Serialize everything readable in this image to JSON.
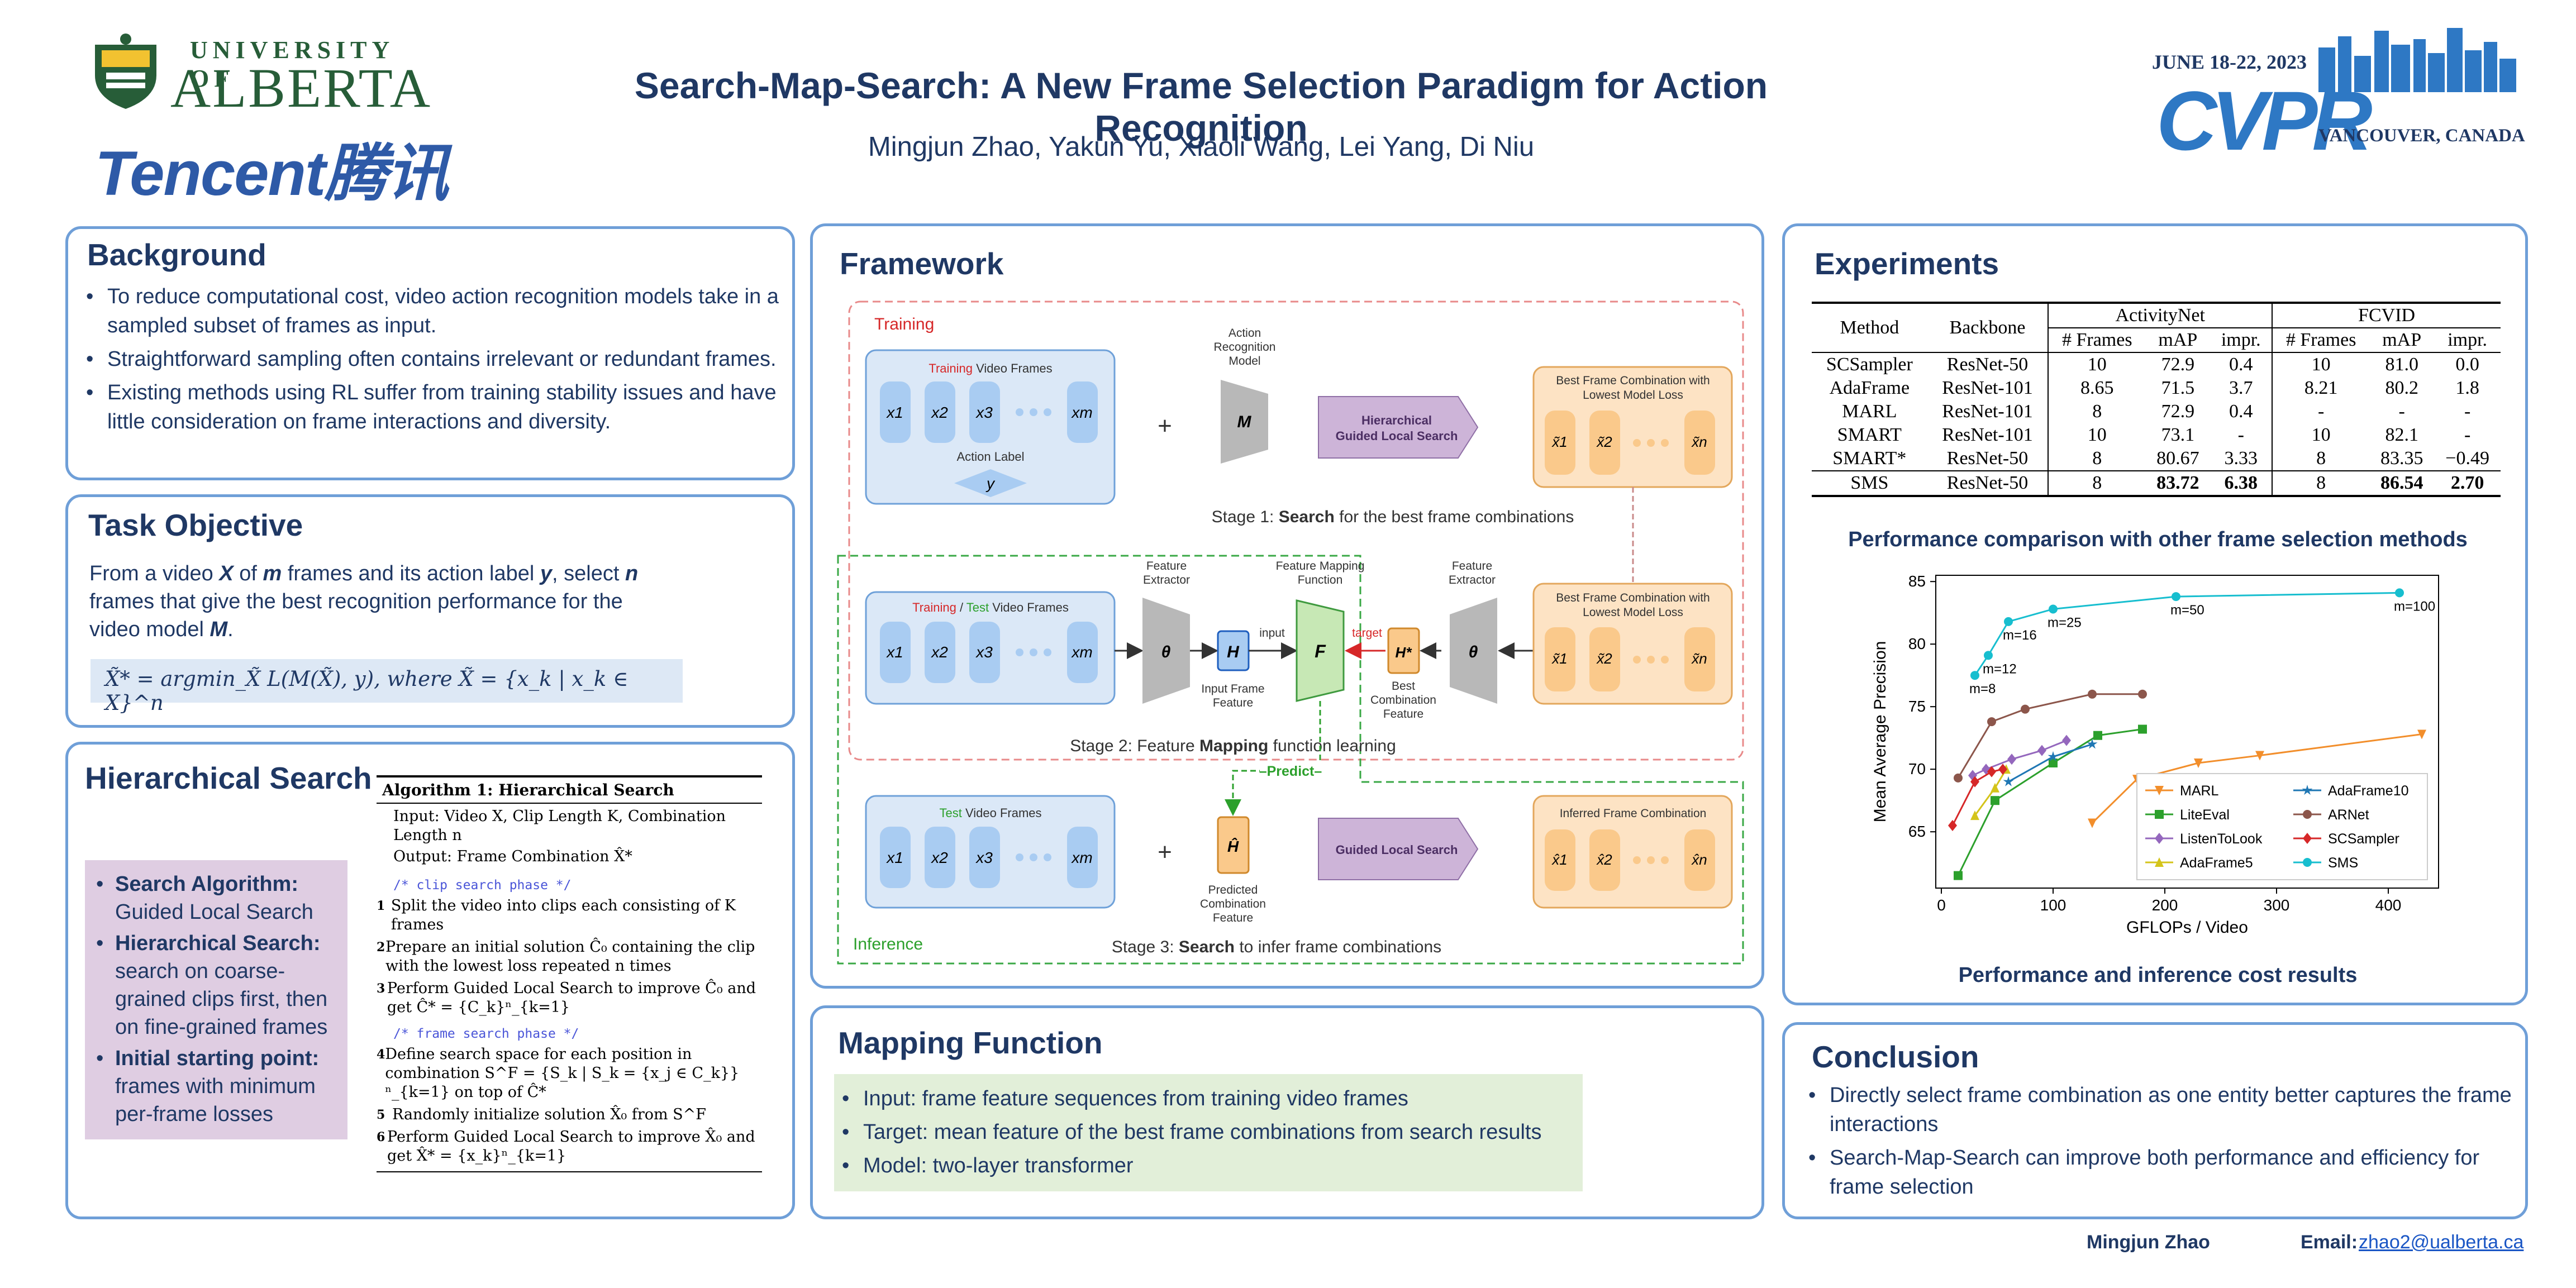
{
  "header": {
    "title": "Search-Map-Search: A New Frame Selection Paradigm for Action Recognition",
    "authors": "Mingjun Zhao, Yakun Yu, Xiaoli Wang, Lei Yang, Di Niu",
    "ua_line1": "UNIVERSITY OF",
    "ua_line2": "ALBERTA",
    "tencent": "Tencent腾讯",
    "cvpr_date": "JUNE 18-22, 2023",
    "cvpr_logo": "CVPR",
    "cvpr_location": "VANCOUVER, CANADA"
  },
  "background": {
    "title": "Background",
    "items": [
      "To reduce computational cost, video action recognition models take in a sampled subset of frames as input.",
      "Straightforward sampling often contains irrelevant or redundant frames.",
      "Existing methods using RL suffer from training stability issues and have little consideration on frame interactions and diversity."
    ]
  },
  "task": {
    "title": "Task Objective",
    "text_1": "From a video ",
    "X": "X",
    "text_2": " of ",
    "m": "m",
    "text_3": " frames and its action label ",
    "y": "y",
    "text_4": ", select ",
    "n": "n",
    "text_5": " frames that give the best recognition performance for the video model ",
    "M": "M",
    "text_6": ".",
    "formula": "X̃* = argmin_X̃ L(M(X̃), y),    where  X̃ = {x_k | x_k ∈ X}^n"
  },
  "hsearch": {
    "title": "Hierarchical Search",
    "points": [
      {
        "head": "Search Algorithm:",
        "body": "Guided Local Search"
      },
      {
        "head": "Hierarchical Search:",
        "body": "search on coarse-grained clips first, then on fine-grained frames"
      },
      {
        "head": "Initial starting point:",
        "body": "frames with minimum per-frame losses"
      }
    ],
    "algo_title": "Algorithm 1: Hierarchical Search",
    "input": "Input: Video X, Clip Length K, Combination Length n",
    "output": "Output: Frame Combination X̂*",
    "comment1": "/* clip search phase                    */",
    "lines_a": [
      "Split the video into clips each consisting of K frames",
      "Prepare an initial solution Ĉ₀ containing the clip with the lowest loss repeated n times",
      "Perform Guided Local Search to improve Ĉ₀ and get Ĉ* = {C_k}ⁿ_{k=1}"
    ],
    "comment2": "/* frame search phase                   */",
    "lines_b": [
      "Define search space for each position in combination S^F = {S_k | S_k = {x_j ∈ C_k}}ⁿ_{k=1} on top of Ĉ*",
      "Randomly initialize solution X̂₀ from S^F",
      "Perform Guided Local Search to improve X̂₀ and get X̂* = {x_k}ⁿ_{k=1}"
    ],
    "nums": [
      "1",
      "2",
      "3",
      "4",
      "5",
      "6"
    ]
  },
  "framework": {
    "title": "Framework",
    "training": "Training",
    "inference": "Inference",
    "train_frames_1": "Training",
    "train_frames_2": " Video Frames",
    "action_label": "Action Label",
    "action_model": "Action Recognition Model",
    "hgls": "Hierarchical Guided Local Search",
    "best_combo": "Best Frame Combination with Lowest Model Loss",
    "stage1_a": "Stage 1: ",
    "stage1_b": "Search",
    "stage1_c": " for the best frame combinations",
    "tt_frames_1": "Training",
    "tt_frames_2": " / ",
    "tt_frames_3": "Test",
    "tt_frames_4": " Video Frames",
    "feature_extractor": "Feature Extractor",
    "feature_mapping": "Feature Mapping Function",
    "input_lbl": "input",
    "target_lbl": "target",
    "input_frame_feature": "Input Frame Feature",
    "best_combo_feature": "Best Combination Feature",
    "stage2_a": "Stage 2: Feature ",
    "stage2_b": "Mapping",
    "stage2_c": " function learning",
    "predict": "Predict",
    "test_frames_1": "Test",
    "test_frames_2": " Video Frames",
    "predicted_feature": "Predicted Combination Feature",
    "gls": "Guided Local Search",
    "inferred_combo": "Inferred Frame Combination",
    "stage3_a": "Stage 3: ",
    "stage3_b": "Search",
    "stage3_c": " to infer frame combinations",
    "x_labels": [
      "x1",
      "x2",
      "x3",
      "xm"
    ],
    "xt_labels": [
      "x̃1",
      "x̃2",
      "x̃n"
    ],
    "xh_labels": [
      "x̂1",
      "x̂2",
      "x̂n"
    ],
    "sym_M": "M",
    "sym_y": "y",
    "sym_theta": "θ",
    "sym_H": "H",
    "sym_F": "F",
    "sym_Hstar": "H*",
    "sym_Hhat": "Ĥ",
    "plus": "+"
  },
  "mapping": {
    "title": "Mapping Function",
    "items": [
      "Input: frame feature sequences from training video frames",
      "Target: mean feature of the best frame combinations from search results",
      "Model: two-layer transformer"
    ]
  },
  "experiments": {
    "title": "Experiments",
    "table": {
      "group1": "ActivityNet",
      "group2": "FCVID",
      "headers": [
        "Method",
        "Backbone",
        "# Frames",
        "mAP",
        "impr.",
        "# Frames",
        "mAP",
        "impr."
      ],
      "rows": [
        [
          "SCSampler",
          "ResNet-50",
          "10",
          "72.9",
          "0.4",
          "10",
          "81.0",
          "0.0"
        ],
        [
          "AdaFrame",
          "ResNet-101",
          "8.65",
          "71.5",
          "3.7",
          "8.21",
          "80.2",
          "1.8"
        ],
        [
          "MARL",
          "ResNet-101",
          "8",
          "72.9",
          "0.4",
          "-",
          "-",
          "-"
        ],
        [
          "SMART",
          "ResNet-101",
          "10",
          "73.1",
          "-",
          "10",
          "82.1",
          "-"
        ],
        [
          "SMART*",
          "ResNet-50",
          "8",
          "80.67",
          "3.33",
          "8",
          "83.35",
          "−0.49"
        ]
      ],
      "sms_row": [
        "SMS",
        "ResNet-50",
        "8",
        "83.72",
        "6.38",
        "8",
        "86.54",
        "2.70"
      ]
    },
    "caption1": "Performance comparison with other frame selection methods",
    "caption2": "Performance and inference cost results"
  },
  "chart_data": {
    "type": "line",
    "xlabel": "GFLOPs / Video",
    "ylabel": "Mean Average Precision",
    "xlim": [
      -5,
      445
    ],
    "ylim": [
      60.5,
      85.5
    ],
    "xticks": [
      0,
      100,
      200,
      300,
      400
    ],
    "yticks": [
      65,
      70,
      75,
      80,
      85
    ],
    "grid": false,
    "legend_position": "lower right",
    "series": [
      {
        "name": "MARL",
        "color": "#f28e2b",
        "marker": "triangle-down",
        "x": [
          135,
          175,
          230,
          285,
          430
        ],
        "y": [
          65.7,
          69.2,
          70.5,
          71.1,
          72.8
        ]
      },
      {
        "name": "LiteEval",
        "color": "#2ca02c",
        "marker": "square",
        "x": [
          15,
          48,
          100,
          140,
          180
        ],
        "y": [
          61.5,
          67.5,
          70.5,
          72.7,
          73.2
        ]
      },
      {
        "name": "ListenToLook",
        "color": "#9467bd",
        "marker": "diamond",
        "x": [
          28,
          40,
          63,
          90,
          112
        ],
        "y": [
          69.5,
          70.0,
          70.8,
          71.5,
          72.3
        ]
      },
      {
        "name": "AdaFrame5",
        "color": "#d4c41a",
        "marker": "triangle-up",
        "x": [
          30,
          48,
          58
        ],
        "y": [
          66.3,
          68.5,
          70.0
        ]
      },
      {
        "name": "AdaFrame10",
        "color": "#1f77b4",
        "marker": "star",
        "x": [
          60,
          100,
          135
        ],
        "y": [
          69.0,
          71.0,
          72.0
        ]
      },
      {
        "name": "ARNet",
        "color": "#8c564b",
        "marker": "circle",
        "x": [
          15,
          45,
          75,
          135,
          180
        ],
        "y": [
          69.3,
          73.8,
          74.8,
          76.0,
          76.0
        ]
      },
      {
        "name": "SCSampler",
        "color": "#d62728",
        "marker": "diamond",
        "x": [
          10,
          30,
          45,
          55
        ],
        "y": [
          65.5,
          69.0,
          69.8,
          70.0
        ]
      },
      {
        "name": "SMS",
        "color": "#17becf",
        "marker": "circle",
        "x": [
          30,
          42,
          60,
          100,
          210,
          410
        ],
        "y": [
          77.5,
          79.1,
          81.8,
          82.8,
          83.8,
          84.1
        ]
      }
    ],
    "annotations": [
      {
        "text": "m=8",
        "x": 30,
        "y": 77.5
      },
      {
        "text": "m=12",
        "x": 42,
        "y": 79.1
      },
      {
        "text": "m=16",
        "x": 60,
        "y": 81.8
      },
      {
        "text": "m=25",
        "x": 100,
        "y": 82.8
      },
      {
        "text": "m=50",
        "x": 210,
        "y": 83.8
      },
      {
        "text": "m=100",
        "x": 410,
        "y": 84.1
      }
    ]
  },
  "conclusion": {
    "title": "Conclusion",
    "items": [
      "Directly select frame combination as one entity better captures the frame interactions",
      "Search-Map-Search can improve both performance and efficiency for frame selection"
    ]
  },
  "footer": {
    "name": "Mingjun Zhao",
    "email_label": "Email:",
    "email": "zhao2@ualberta.ca"
  }
}
